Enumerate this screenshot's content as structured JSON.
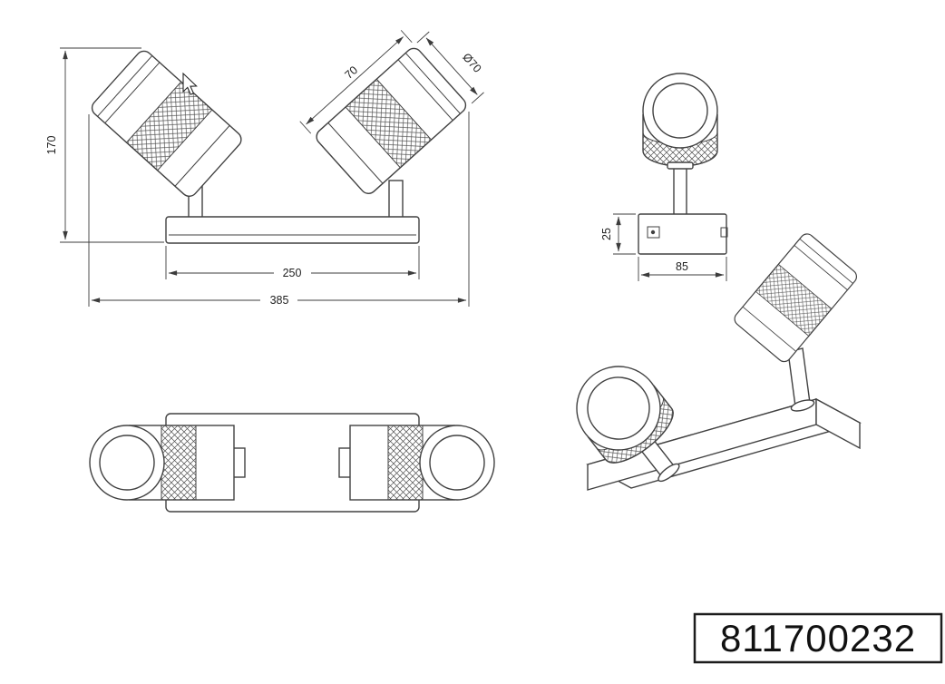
{
  "page": {
    "background": "#ffffff"
  },
  "colors": {
    "line": "#414141",
    "dimension_line": "#3c3c3c",
    "text": "#1f1f1f",
    "box_border": "#1c1c1c"
  },
  "icons": {
    "cursor": "arrow-pointer"
  },
  "dimensions": {
    "height": "170",
    "bar_width": "250",
    "total_width": "385",
    "head_length": "70",
    "head_diameter": "Ø70",
    "base_depth": "25",
    "base_width": "85"
  },
  "part_number": "811700232"
}
